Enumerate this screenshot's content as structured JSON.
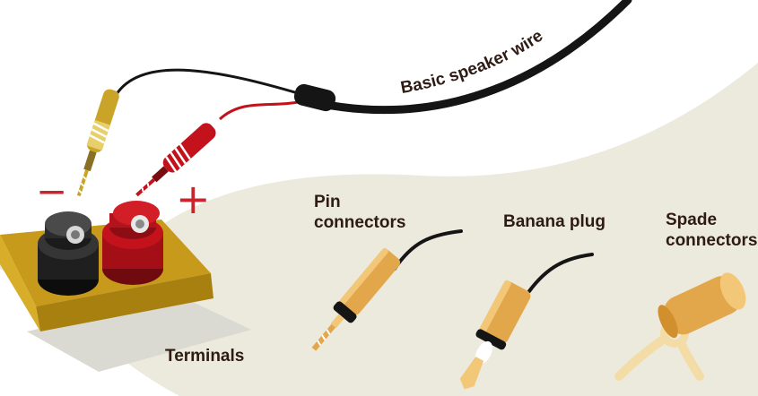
{
  "labels": {
    "wire": "Basic speaker wire",
    "pin_line1": "Pin",
    "pin_line2": "connectors",
    "banana": "Banana plug",
    "spade_line1": "Spade",
    "spade_line2": "connectors",
    "terminals": "Terminals"
  },
  "signs": {
    "negative": "−",
    "positive": "+"
  },
  "colors": {
    "background": "#ece9dd",
    "white_band": "#ffffff",
    "text": "#2d1b14",
    "sign_red": "#c8262c",
    "gold": "#d9a24a",
    "gold_dark": "#b98a2f",
    "red_plug": "#c3121b",
    "black": "#151515"
  }
}
